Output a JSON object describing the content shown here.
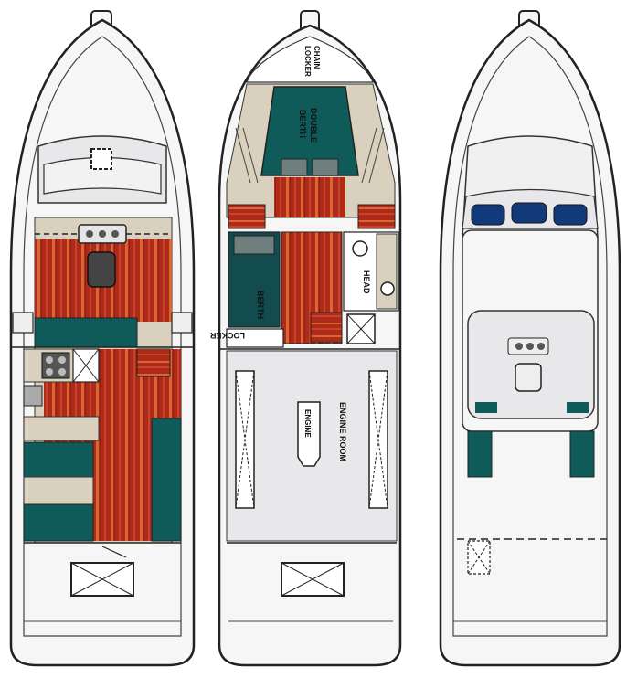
{
  "title": "",
  "colors": {
    "hull_outline": "#222222",
    "hull_fill": "#f6f6f6",
    "deck_grey": "#e8e8ea",
    "wood_red": "#b02a1c",
    "wood_stripe": "#d9682e",
    "teal_cushion": "#0e5b5a",
    "beige": "#d9d1bd",
    "window_blue": "#123a7a",
    "berth_green": "#134c4e"
  },
  "views": {
    "interior": {
      "labels": {
        "chain_locker_1": "CHAIN",
        "chain_locker_2": "LOCKER",
        "double_berth_1": "DOUBLE",
        "double_berth_2": "BERTH",
        "berth": "BERTH",
        "head": "HEAD",
        "locker": "LOCKER",
        "engine": "ENGINE",
        "engine_room": "ENGINE ROOM"
      }
    }
  }
}
